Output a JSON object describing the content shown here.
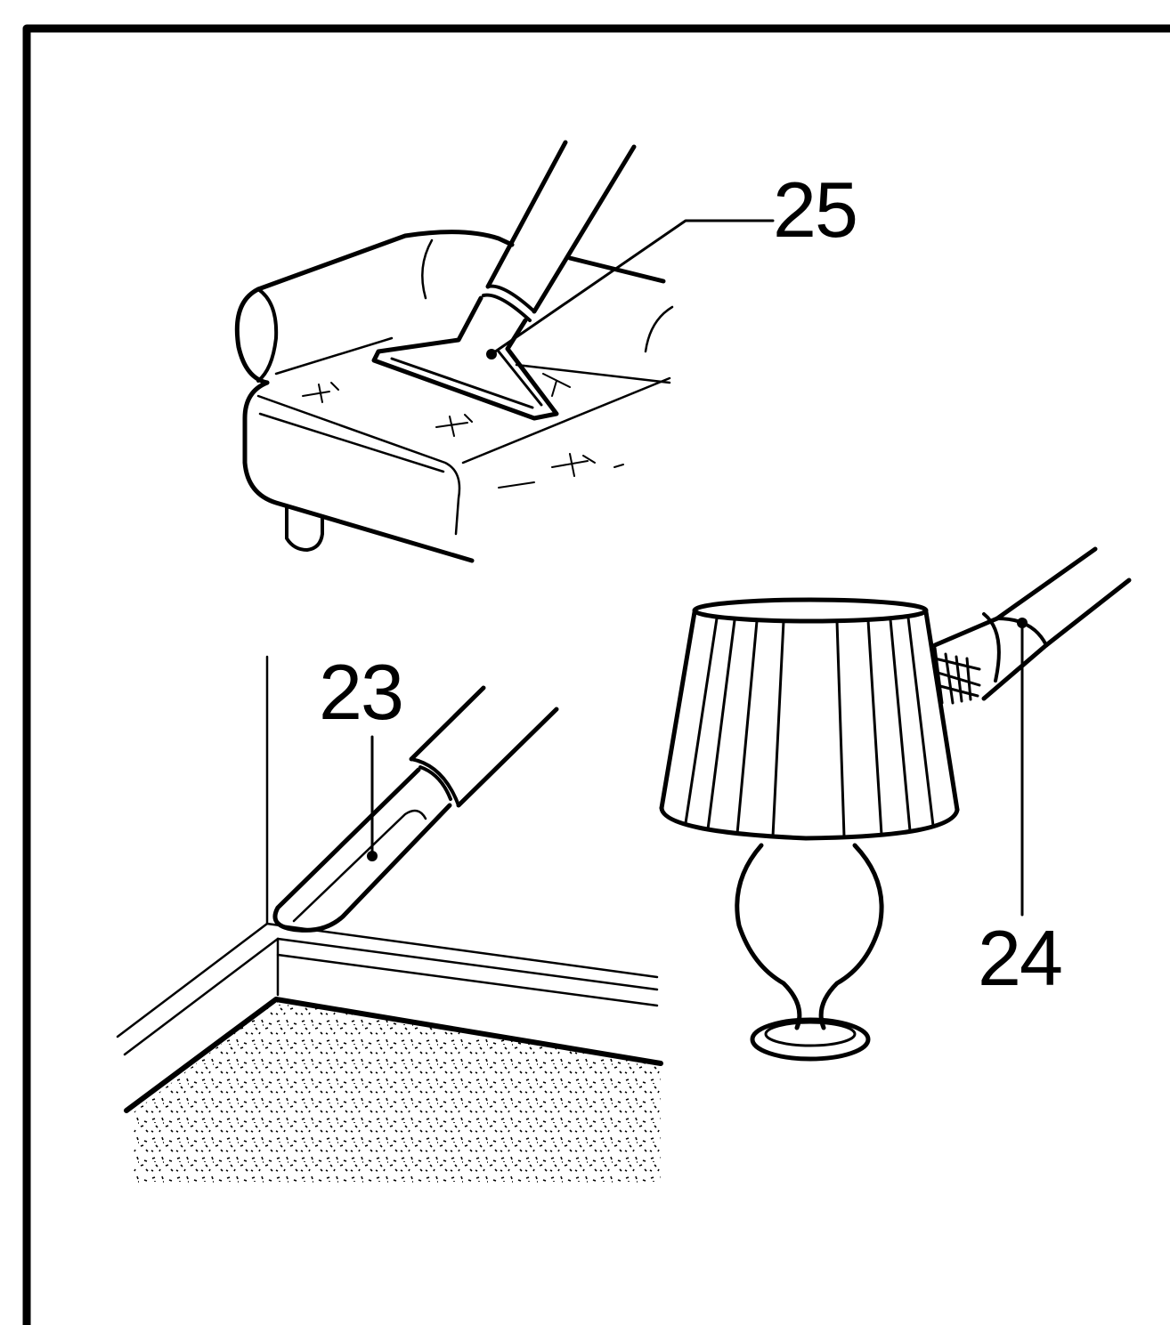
{
  "callouts": {
    "upholstery_nozzle": "25",
    "crevice_nozzle": "23",
    "dusting_brush": "24"
  },
  "colors": {
    "ink": "#000000",
    "paper": "#ffffff"
  }
}
